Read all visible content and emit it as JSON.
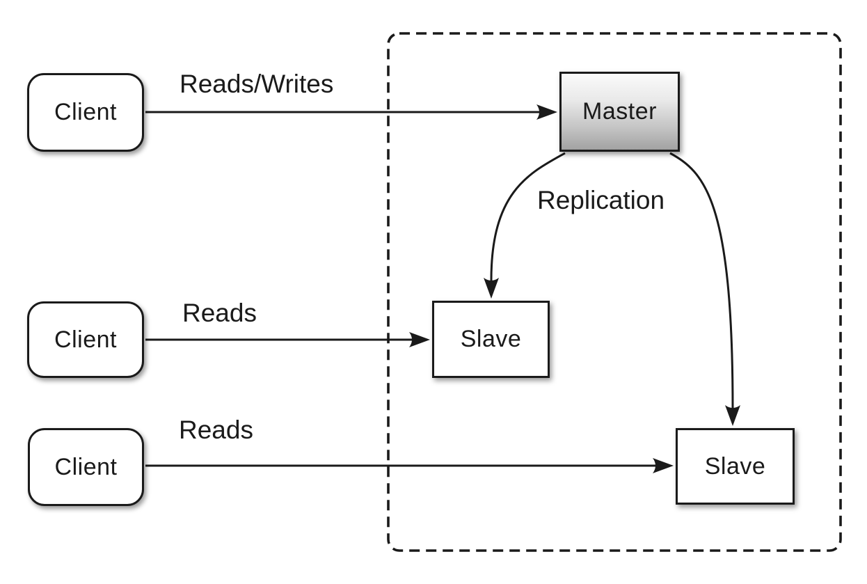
{
  "nodes": {
    "client1": {
      "label": "Client"
    },
    "client2": {
      "label": "Client"
    },
    "client3": {
      "label": "Client"
    },
    "master": {
      "label": "Master"
    },
    "slave_middle": {
      "label": "Slave"
    },
    "slave_bottom": {
      "label": "Slave"
    }
  },
  "edges": {
    "client1_to_master": {
      "label": "Reads/Writes"
    },
    "client2_to_slave_middle": {
      "label": "Reads"
    },
    "client3_to_slave_bottom": {
      "label": "Reads"
    },
    "master_to_slaves": {
      "label": "Replication"
    }
  },
  "colors": {
    "background": "#ffffff",
    "line": "#1a1a1a",
    "node_fill": "#ffffff",
    "master_gradient_top": "#fafafa",
    "master_gradient_bottom": "#a2a2a2",
    "boundary_dash": "#262626"
  }
}
